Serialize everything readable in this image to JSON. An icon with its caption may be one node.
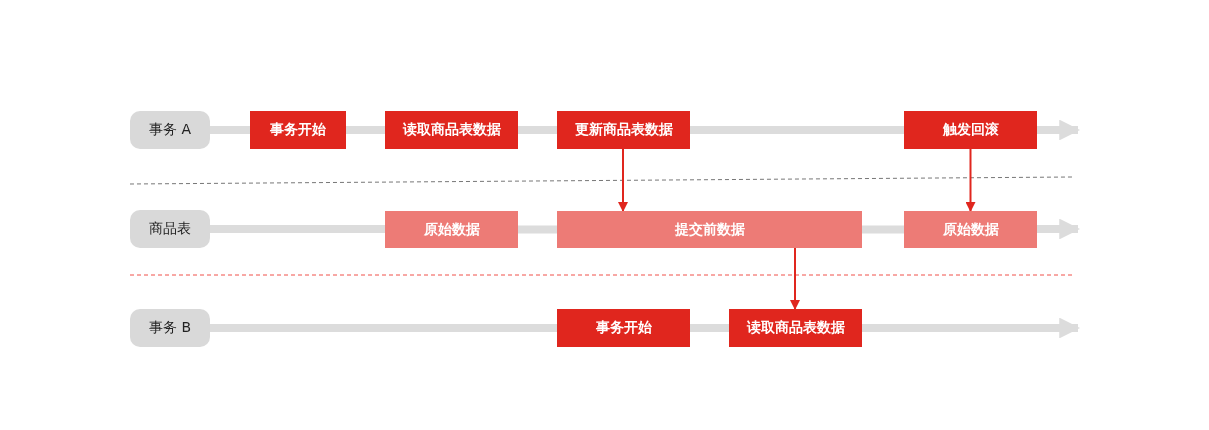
{
  "diagram": {
    "nodes": [
      {
        "text": [
          "事务 A"
        ]
      },
      {
        "text": [
          "事务开始"
        ]
      },
      {
        "text": [
          "读取商品表数据"
        ]
      },
      {
        "text": [
          "更新商品表数据"
        ]
      },
      {
        "text": [
          "触发回滚"
        ]
      },
      {
        "text": [
          "商品表"
        ]
      },
      {
        "text": [
          "原始数据"
        ]
      },
      {
        "text": [
          "提交前数据"
        ]
      },
      {
        "text": [
          "原始数据"
        ]
      },
      {
        "text": [
          "事务 B"
        ]
      },
      {
        "text": [
          "事务开始"
        ]
      },
      {
        "text": [
          "读取商品表数据"
        ]
      }
    ],
    "edges": [
      {
        "from": 0,
        "to": 1,
        "arrow": "none"
      },
      {
        "from": 1,
        "to": 2,
        "arrow": "none"
      },
      {
        "from": 2,
        "to": 3,
        "arrow": "none"
      },
      {
        "from": 3,
        "to": 4,
        "arrow": "none"
      },
      {
        "from": 4,
        "to": null,
        "arrow": "to"
      },
      {
        "from": 5,
        "to": 6,
        "arrow": "none"
      },
      {
        "from": 6,
        "to": 7,
        "arrow": "none"
      },
      {
        "from": 7,
        "to": 8,
        "arrow": "none"
      },
      {
        "from": 8,
        "to": null,
        "arrow": "to"
      },
      {
        "from": 9,
        "to": 10,
        "arrow": "none"
      },
      {
        "from": 10,
        "to": 11,
        "arrow": "none"
      },
      {
        "from": 11,
        "to": null,
        "arrow": "to"
      },
      {
        "from": 3,
        "to": 7,
        "arrow": "to",
        "color": "#e0261e"
      },
      {
        "from": 4,
        "to": 8,
        "arrow": "to",
        "color": "#e0261e"
      },
      {
        "from": 7,
        "to": 11,
        "arrow": "to",
        "color": "#e0261e"
      }
    ]
  }
}
